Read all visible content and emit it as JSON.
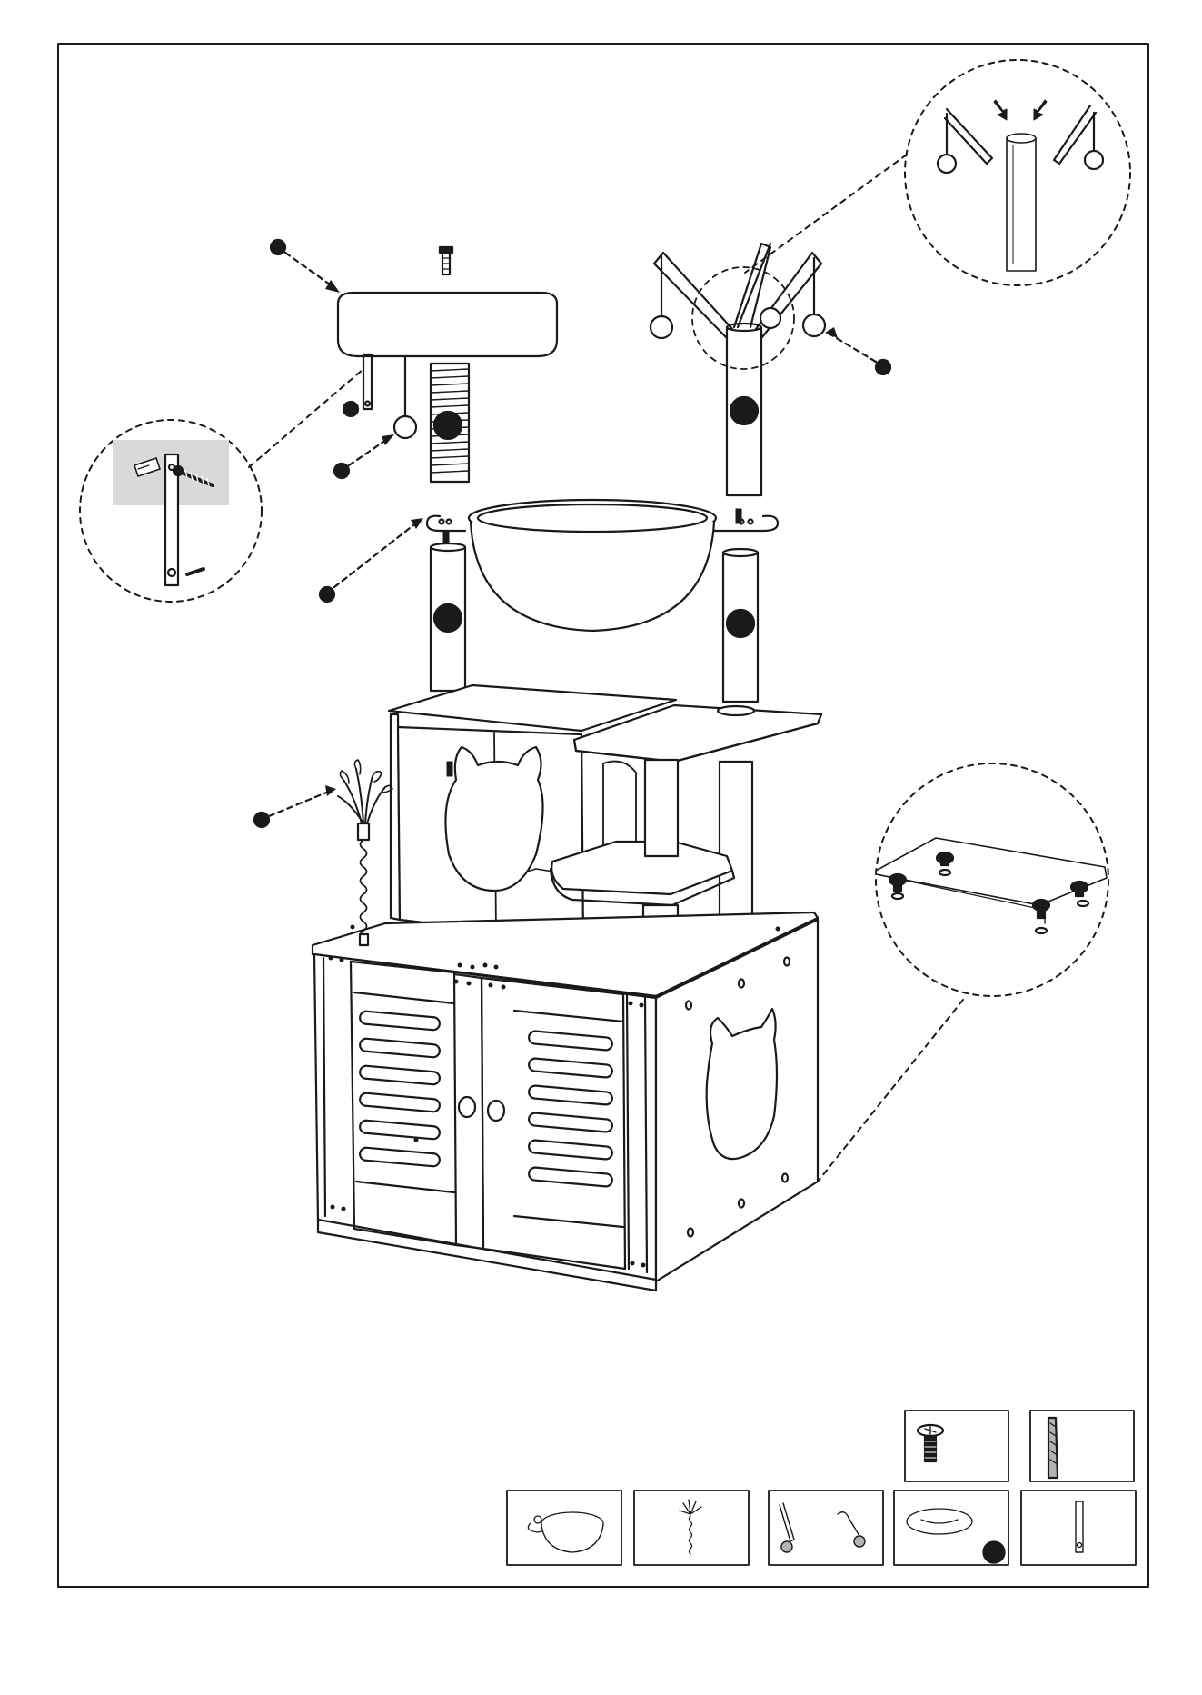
{
  "sheet": {
    "colors": {
      "ink": "#1a1a1a",
      "paper": "#ffffff",
      "hardware_highlight": "#d9d9d9",
      "accessory_dot": "#b3b3b3"
    }
  },
  "callouts": [
    {
      "name": "cushion-marker",
      "icon": "filled-dot"
    },
    {
      "name": "hanger-bar-marker",
      "icon": "filled-dot"
    },
    {
      "name": "hanging-ball-marker",
      "icon": "filled-dot"
    },
    {
      "name": "basket-marker",
      "icon": "filled-dot"
    },
    {
      "name": "feather-toy-marker",
      "icon": "filled-dot"
    },
    {
      "name": "spring-ball-marker",
      "icon": "filled-dot"
    }
  ],
  "parts_table": {
    "hardware": [
      {
        "name": "bolt-part",
        "icon": "bolt-icon"
      },
      {
        "name": "wall-anchor-part",
        "icon": "anchor-icon"
      }
    ],
    "components": [
      {
        "name": "basket-part",
        "icon": "bowl-icon"
      },
      {
        "name": "feather-toy-part",
        "icon": "feather-icon"
      },
      {
        "name": "spring-toy-part",
        "icon": "spring-icon"
      },
      {
        "name": "cushion-part",
        "icon": "cushion-icon"
      },
      {
        "name": "hanger-bar-part",
        "icon": "bar-icon"
      }
    ]
  }
}
